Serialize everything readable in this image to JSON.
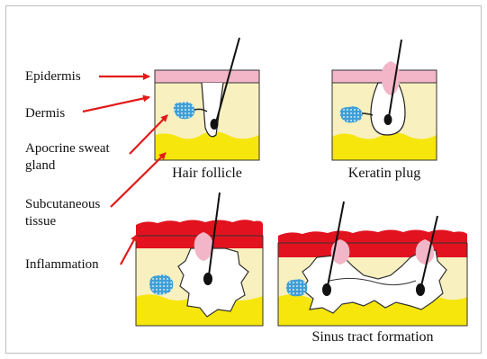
{
  "labels": {
    "epidermis": "Epidermis",
    "dermis": "Dermis",
    "apocrine_line1": "Apocrine sweat",
    "apocrine_line2": "gland",
    "subcutaneous_line1": "Subcutaneous",
    "subcutaneous_line2": "tissue",
    "inflammation": "Inflammation"
  },
  "captions": {
    "panel1": "Hair follicle",
    "panel2": "Keratin plug",
    "panel4": "Sinus tract formation"
  },
  "colors": {
    "epidermis": "#f3b6c8",
    "dermis": "#f8f0bf",
    "subcutaneous": "#f6e60c",
    "inflammation": "#e2121f",
    "gland": "#3f9fd6",
    "arrow": "#e21a1a",
    "outline": "#333333",
    "hair": "#111111"
  }
}
